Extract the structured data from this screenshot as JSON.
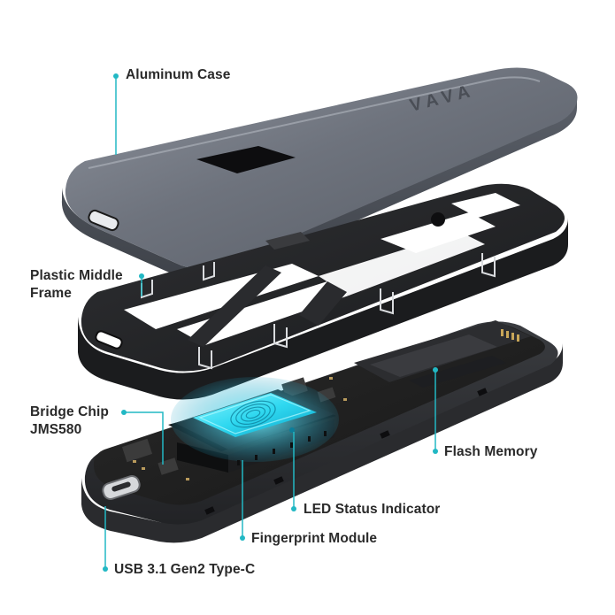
{
  "brand_mark": "VAVA",
  "accent_color": "#22b8c4",
  "labels": {
    "aluminum_case": "Aluminum Case",
    "middle_frame_line1": "Plastic Middle",
    "middle_frame_line2": "Frame",
    "bridge_chip_line1": "Bridge Chip",
    "bridge_chip_line2": "JMS580",
    "flash_memory": "Flash Memory",
    "led_status": "LED Status Indicator",
    "fingerprint": "Fingerprint Module",
    "usb": "USB 3.1 Gen2 Type-C"
  }
}
